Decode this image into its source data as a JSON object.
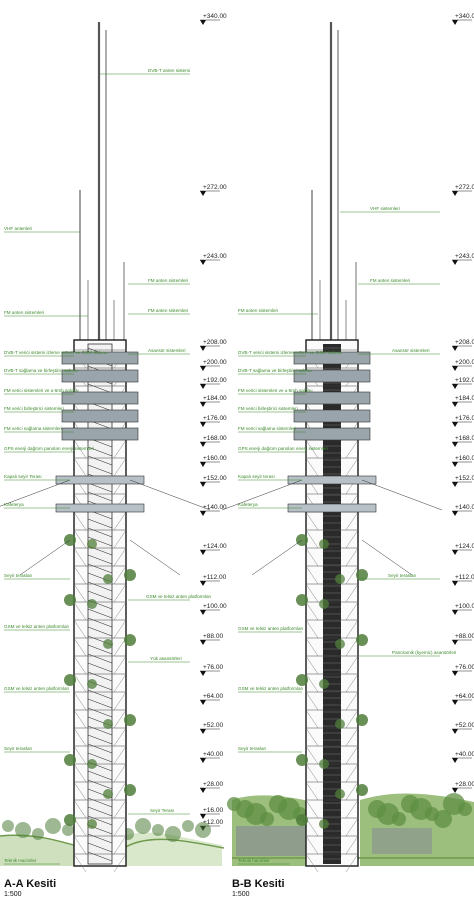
{
  "sections": [
    {
      "id": "a",
      "title": "A-A Kesiti",
      "scale": "1:500",
      "labels": [
        "DVB-T anten sistemi",
        "VHF antenleri",
        "FM anten sistemleri",
        "FM anten sistemleri",
        "FM anten sistemleri",
        "Asansör sistemleri",
        "DVB-T verici sistemi izleme u-6mh ve GSM Salonu",
        "DVB-T sağlama ve birleştirici salonu",
        "FM verici sistemleri ve u-6mh salonu",
        "FM verici birleştirici sistemleri",
        "FM verici sağlama sistemleri",
        "GPS enerji dağıtım panoları enerji sistemleri",
        "Kapalı seyir Terası",
        "Kafeterya",
        "Seyir terasları",
        "GSM ve telsiz anten platformları",
        "GSM ve telsiz anten platformları",
        "Yük asansörleri",
        "GSM ve telsiz anten platformları",
        "Seyir terasları",
        "Seyir Terası",
        "Teknik Hacimler"
      ]
    },
    {
      "id": "b",
      "title": "B-B Kesiti",
      "scale": "1:500",
      "labels": [
        "VHF sistemleri",
        "FM anten sistemleri",
        "FM anten sistemleri",
        "Asansör sistemleri",
        "DVB-T verici sistemi izleme u-6mh ve GSM Salonu",
        "DVB-T sağlama ve birleştirici salonu",
        "FM verici sistemleri ve u-6mh salonu",
        "FM verici birleştirici sistemleri",
        "FM verici sağlama sistemleri",
        "GPS enerji dağıtım panoları enerji sistemleri",
        "Kapalı seyir terası",
        "Kafeterya",
        "Seyir terasları",
        "GSM ve telsiz anten platformları",
        "Panoramik (kyemic) asansörleri",
        "GSM ve telsiz anten platformları",
        "Seyir terasları",
        "Teknik hacimler"
      ]
    }
  ],
  "levels": [
    "+340.00",
    "+272.00",
    "+243.00",
    "+208.00",
    "+200.00",
    "+192.00",
    "+184.00",
    "+176.00",
    "+168.00",
    "+160.00",
    "+152.00",
    "+140.00",
    "+124.00",
    "+112.00",
    "+100.00",
    "+88.00",
    "+76.00",
    "+64.00",
    "+52.00",
    "+40.00",
    "+28.00",
    "+16.00",
    "+12.00"
  ],
  "colors": {
    "label_green": "#3a8a2a",
    "structure": "#1a1a1a",
    "glass": "#9aa4ab",
    "tree": "#4f7d3a",
    "ground": "#6e9a4c"
  }
}
